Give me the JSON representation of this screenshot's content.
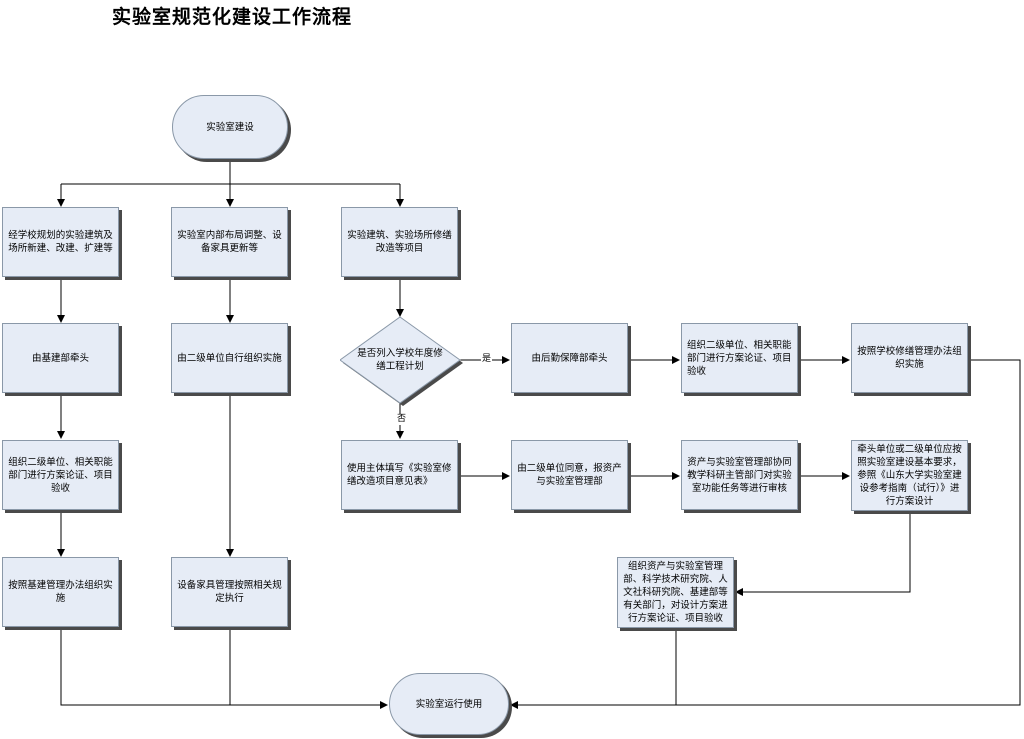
{
  "title": "实验室规范化建设工作流程",
  "nodes": {
    "start": "实验室建设",
    "a1": "经学校规划的实验建筑及场所新建、改建、扩建等",
    "a2": "由基建部牵头",
    "a3": "组织二级单位、相关职能部门进行方案论证、项目验收",
    "a4": "按照基建管理办法组织实施",
    "b1": "实验室内部布局调整、设备家具更新等",
    "b2": "由二级单位自行组织实施",
    "b3": "设备家具管理按照相关规定执行",
    "c1": "实验建筑、实验场所修缮改造等项目",
    "decision": "是否列入学校年度修缮工程计划",
    "c3": "使用主体填写《实验室修缮改造项目意见表》",
    "d1": "由后勤保障部牵头",
    "e1": "组织二级单位、相关职能部门进行方案论证、项目验收",
    "f1": "按照学校修缮管理办法组织实施",
    "d2": "由二级单位同意，报资产与实验室管理部",
    "e2": "资产与实验室管理部协同教学科研主管部门对实验室功能任务等进行审核",
    "f2": "牵头单位或二级单位应按照实验室建设基本要求，参照《山东大学实验室建设参考指南（试行）》进行方案设计",
    "g": "组织资产与实验室管理部、科学技术研究院、人文社科研究院、基建部等有关部门，对设计方案进行方案论证、项目验收",
    "end": "实验室运行使用"
  },
  "edge_labels": {
    "yes": "是",
    "no": "否"
  }
}
